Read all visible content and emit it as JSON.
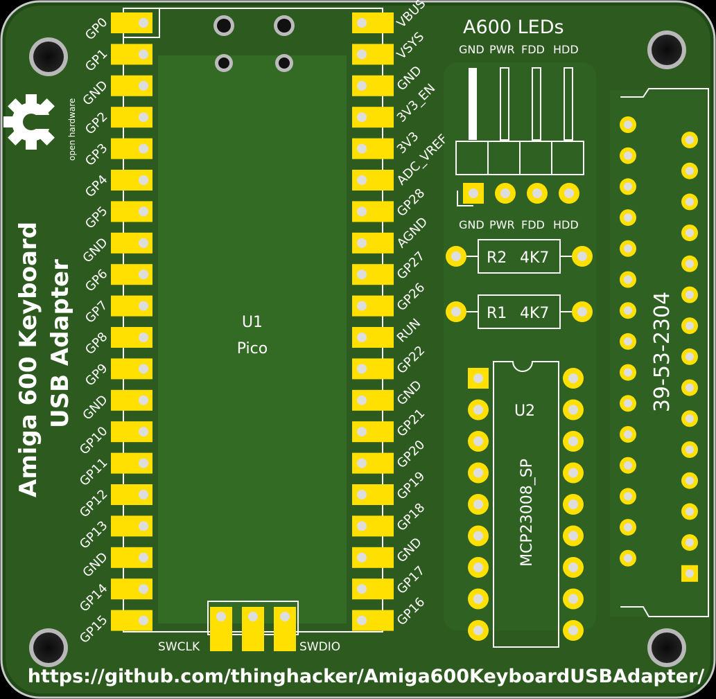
{
  "board": {
    "title_line1": "Amiga 600 Keyboard",
    "title_line2": "USB Adapter",
    "url": "https://github.com/thinghacker/Amiga600KeyboardUSBAdapter/",
    "oshw_label": "open hardware"
  },
  "pico": {
    "ref": "U1",
    "value": "Pico",
    "left_pins": [
      "GP0",
      "GP1",
      "GND",
      "GP2",
      "GP3",
      "GP4",
      "GP5",
      "GND",
      "GP6",
      "GP7",
      "GP8",
      "GP9",
      "GND",
      "GP10",
      "GP11",
      "GP12",
      "GP13",
      "GND",
      "GP14",
      "GP15"
    ],
    "right_pins": [
      "VBUS",
      "VSYS",
      "GND",
      "3V3_EN",
      "3V3",
      "ADC_VREF",
      "GP28",
      "AGND",
      "GP27",
      "GP26",
      "RUN",
      "GP22",
      "GND",
      "GP21",
      "GP20",
      "GP19",
      "GP18",
      "GND",
      "GP17",
      "GP16"
    ],
    "swclk": "SWCLK",
    "swdio": "SWDIO"
  },
  "leds": {
    "title": "A600 LEDs",
    "labels": [
      "GND",
      "PWR",
      "FDD",
      "HDD"
    ]
  },
  "resistors": [
    {
      "ref": "R2",
      "value": "4K7"
    },
    {
      "ref": "R1",
      "value": "4K7"
    }
  ],
  "ic": {
    "ref": "U2",
    "value": "MCP23008_SP"
  },
  "connector": {
    "part": "39-53-2304"
  },
  "colors": {
    "board": "#2d5a1f",
    "copper": "#3a7028",
    "trace": "#4a8a32",
    "pad": "#ffe000",
    "hole": "#c8c8c8",
    "silk": "#ffffff"
  }
}
